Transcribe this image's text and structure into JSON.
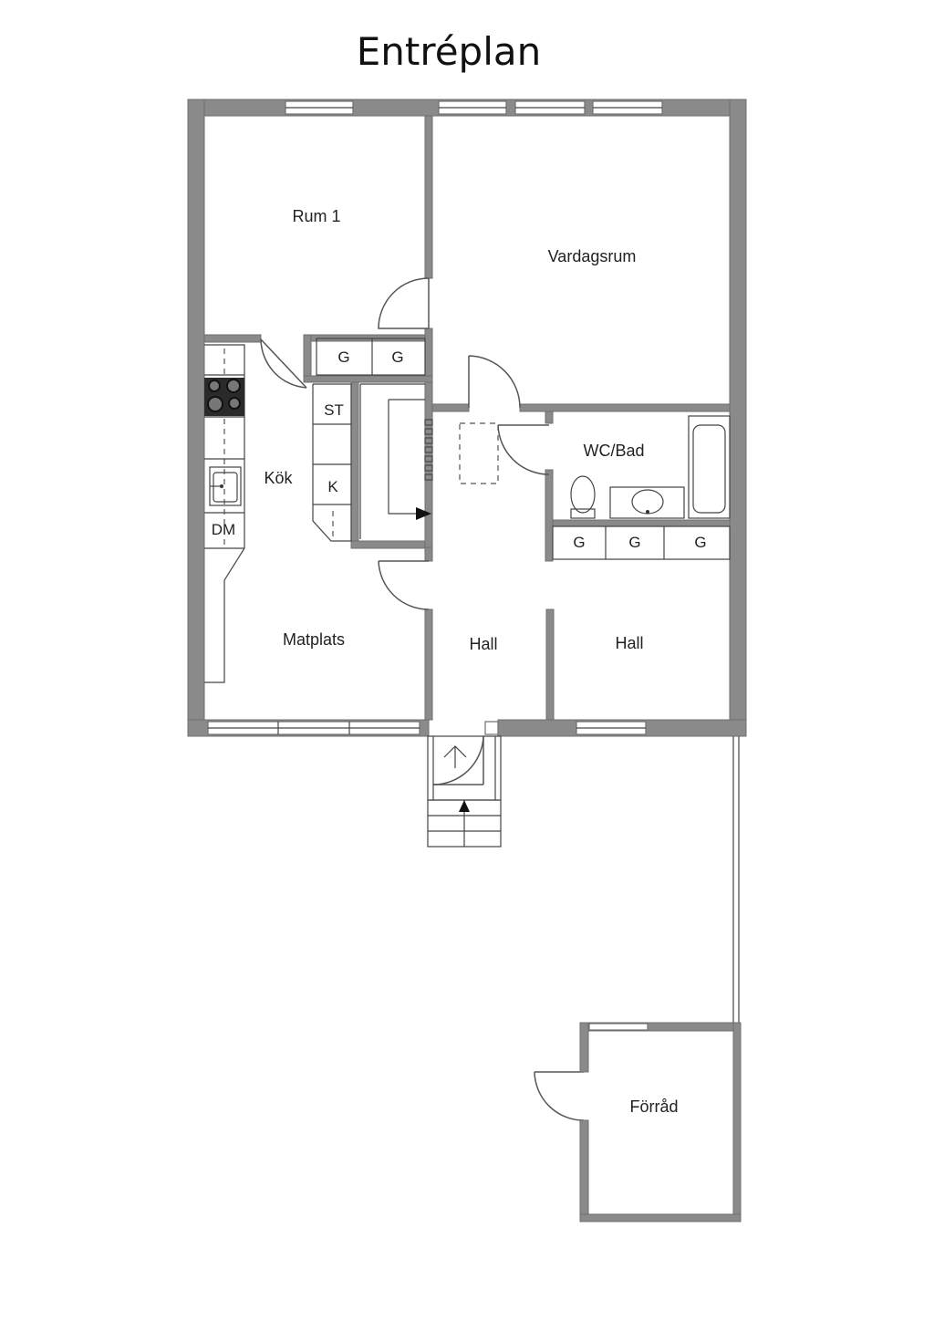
{
  "title": "Entréplan",
  "rooms": {
    "rum1": "Rum 1",
    "vardagsrum": "Vardagsrum",
    "kok": "Kök",
    "matplats": "Matplats",
    "wcbad": "WC/Bad",
    "hall_left": "Hall",
    "hall_right": "Hall",
    "forrad": "Förråd"
  },
  "fixtures": {
    "g": "G",
    "st": "ST",
    "k": "K",
    "dm": "DM"
  }
}
